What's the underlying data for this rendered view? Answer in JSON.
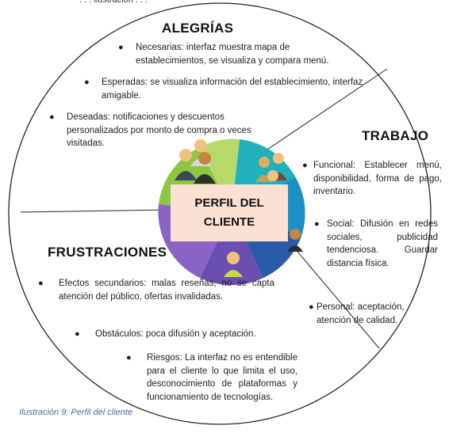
{
  "top_fragment": "...ilustración...",
  "center": {
    "line1": "PERFIL DEL",
    "line2": "CLIENTE"
  },
  "sections": {
    "alegrias": {
      "title": "ALEGRÍAS",
      "items": [
        {
          "label": "Necesarias:",
          "text": "Necesarias: interfaz muestra mapa de establecimientos, se visualiza y compara menú."
        },
        {
          "label": "Esperadas:",
          "text": "Esperadas: se visualiza información del establecimiento, interfaz amigable."
        },
        {
          "label": "Deseadas:",
          "text": "Deseadas: notificaciones y descuentos personalizados por monto de compra o veces visitadas."
        }
      ]
    },
    "trabajo": {
      "title": "TRABAJO",
      "items": [
        {
          "text": "Funcional: Establecer menú, disponibilidad, forma de pago, inventario."
        },
        {
          "text": "Social: Difusión en redes sociales, publicidad tendenciosa. Guardar distancia física."
        },
        {
          "text": "Personal: aceptación, atención de calidad."
        }
      ]
    },
    "frustraciones": {
      "title": "FRUSTRACIONES",
      "items": [
        {
          "text": "Efectos secundarios: malas reseñas, no se capta atención del público, ofertas invalidadas."
        },
        {
          "text": "Obstáculos: poca difusión y aceptación."
        },
        {
          "text": "Riesgos: La interfaz no es entendible para el cliente lo que limita el uso, desconocimiento de plataformas y funcionamiento de tecnologías."
        }
      ]
    }
  },
  "caption": "Ilustración 9: Perfil del cliente",
  "colors": {
    "green": "#8dc63f",
    "teal": "#1aa5b8",
    "purple": "#6a4fb0",
    "center_box": "#fbe1d4",
    "caption": "#3f6fa0"
  }
}
